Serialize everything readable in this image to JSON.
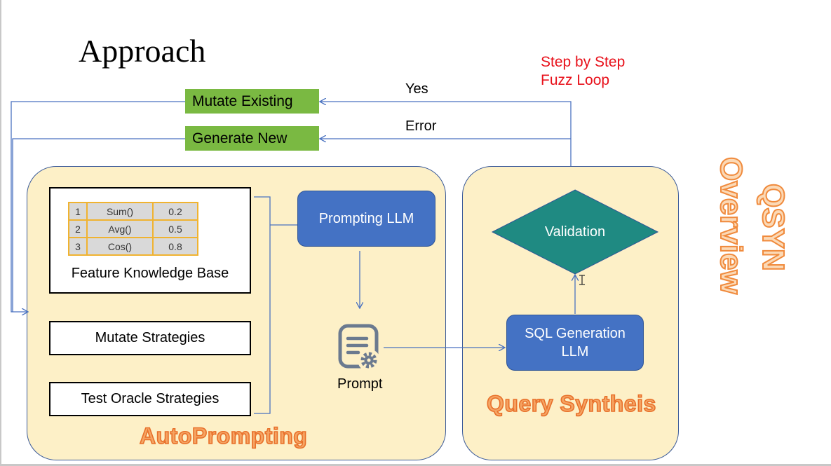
{
  "slide": {
    "title": "Approach",
    "step_note_line1": "Step by Step",
    "step_note_line2": "Fuzz Loop"
  },
  "edges": {
    "yes_label": "Yes",
    "error_label": "Error"
  },
  "actions": {
    "mutate_existing": "Mutate Existing",
    "generate_new": "Generate New"
  },
  "knowledge_base": {
    "label": "Feature Knowledge Base",
    "rows": [
      {
        "index": "1",
        "function": "Sum()",
        "value": "0.2"
      },
      {
        "index": "2",
        "function": "Avg()",
        "value": "0.5"
      },
      {
        "index": "3",
        "function": "Cos()",
        "value": "0.8"
      }
    ]
  },
  "strategies": {
    "mutate": "Mutate Strategies",
    "test_oracle": "Test Oracle Strategies"
  },
  "autoprompting": {
    "prompting_llm": "Prompting LLM",
    "prompt_label": "Prompt",
    "section_title": "AutoPrompting"
  },
  "query_synthesis": {
    "validation": "Validation",
    "sql_line1": "SQL Generation",
    "sql_line2": "LLM",
    "section_title": "Query Syntheis"
  },
  "overview": {
    "line1": "QSYN",
    "line2": "Overview"
  },
  "colors": {
    "green": "#7ab942",
    "panel": "#fdf0c7",
    "blue": "#4472c4",
    "teal": "#1f8a82",
    "orange": "#f08a3c",
    "red": "#e8101a",
    "connector": "#4a72c0"
  }
}
